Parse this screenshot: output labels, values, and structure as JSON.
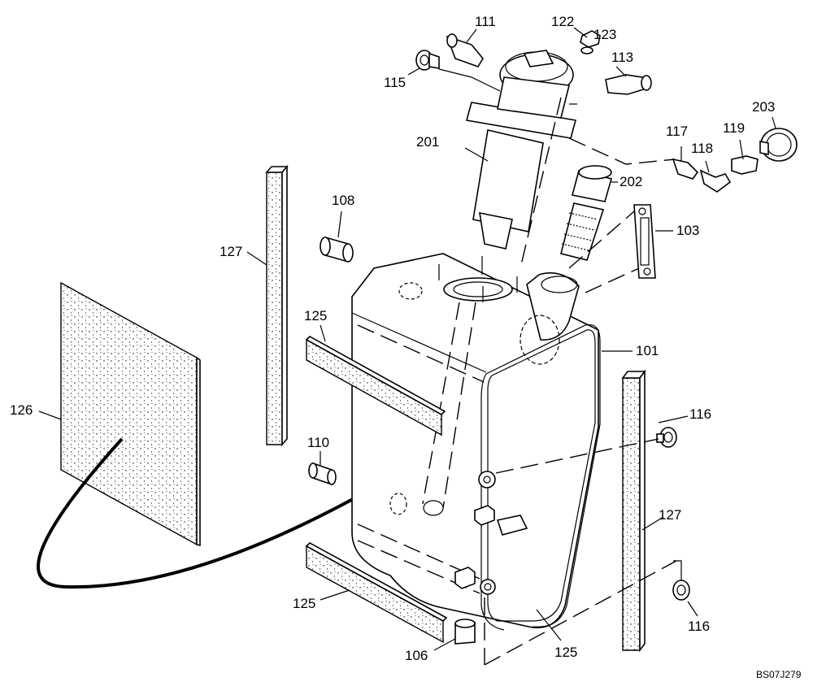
{
  "diagram": {
    "reference_code": "BS07J279",
    "callouts": {
      "c101": "101",
      "c103": "103",
      "c106": "106",
      "c108": "108",
      "c110": "110",
      "c111": "111",
      "c113": "113",
      "c115": "115",
      "c116a": "116",
      "c116b": "116",
      "c117": "117",
      "c118": "118",
      "c119": "119",
      "c122": "122",
      "c123": "123",
      "c125a": "125",
      "c125b": "125",
      "c125c": "125",
      "c126": "126",
      "c127a": "127",
      "c127b": "127",
      "c201": "201",
      "c202": "202",
      "c203": "203"
    }
  }
}
